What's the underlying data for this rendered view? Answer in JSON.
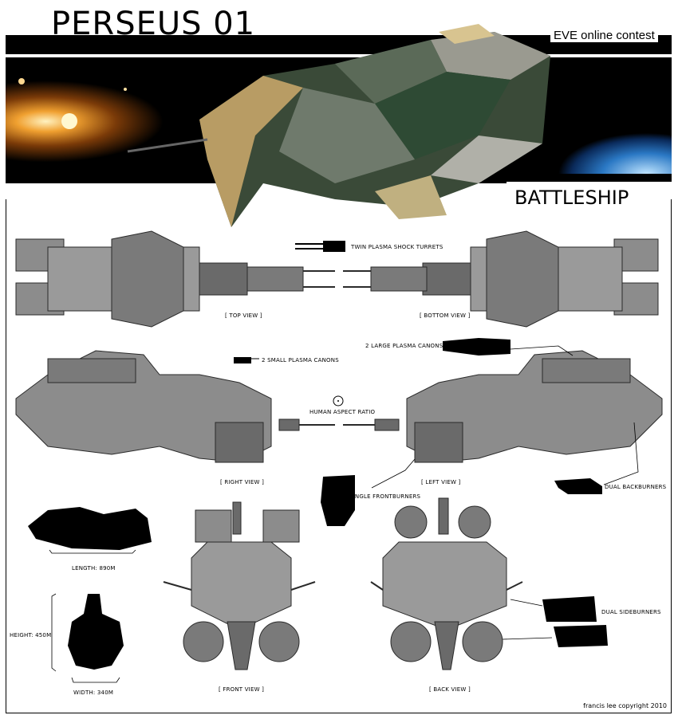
{
  "header": {
    "title": "PERSEUS 01",
    "subtitle": "EVE online contest",
    "ship_class": "BATTLESHIP"
  },
  "views": {
    "top": "[ TOP VIEW ]",
    "bottom": "[ BOTTOM VIEW ]",
    "right": "[ RIGHT VIEW ]",
    "left": "[ LEFT VIEW ]",
    "front": "[ FRONT VIEW ]",
    "back": "[ BACK VIEW ]"
  },
  "callouts": {
    "turrets": "TWIN PLASMA SHOCK TURRETS",
    "small_canons": "2 SMALL PLASMA CANONS",
    "large_canons": "2 LARGE PLASMA CANONS",
    "human_ratio": "HUMAN ASPECT RATIO",
    "frontburners": "SINGLE FRONTBURNERS",
    "backburners": "DUAL BACKBURNERS",
    "sideburners": "DUAL SIDEBURNERS"
  },
  "dimensions": {
    "length": "LENGTH: 890M",
    "height": "HEIGHT: 450M",
    "width": "WIDTH: 340M"
  },
  "credit": "francis lee copyright 2010",
  "colors": {
    "hull_gray": "#8c8c8c",
    "hull_dark": "#4a4a4a",
    "armor_tan": "#b89c64",
    "armor_green": "#2e4a34",
    "space_orange": "#e88a20",
    "space_blue": "#1a5c9e"
  }
}
